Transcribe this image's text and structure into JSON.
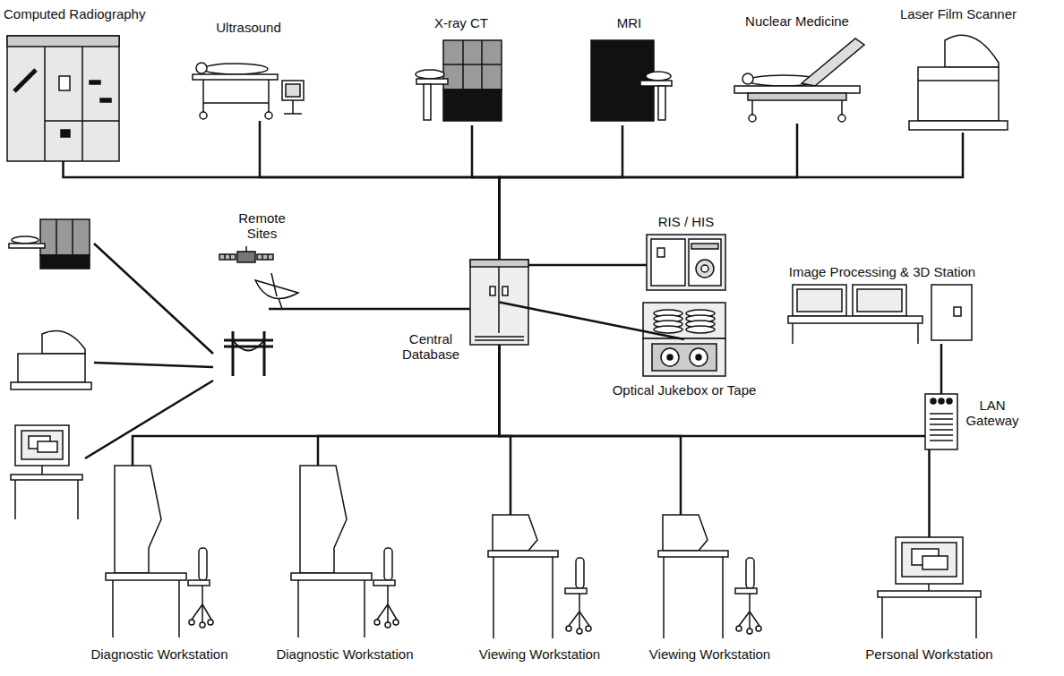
{
  "diagram": {
    "nodes": [
      {
        "text": [
          "Computed Radiography"
        ]
      },
      {
        "text": [
          "Ultrasound"
        ]
      },
      {
        "text": [
          "X-ray CT"
        ]
      },
      {
        "text": [
          "MRI"
        ]
      },
      {
        "text": [
          "Nuclear Medicine"
        ]
      },
      {
        "text": [
          "Laser Film Scanner"
        ]
      },
      {
        "text": [
          "Remote Sites"
        ]
      },
      {
        "text": [
          "RIS / HIS"
        ]
      },
      {
        "text": [
          "Central Database"
        ]
      },
      {
        "text": [
          "Image Processing & 3D Station"
        ]
      },
      {
        "text": [
          "Optical Jukebox or Tape"
        ]
      },
      {
        "text": [
          "LAN Gateway"
        ]
      },
      {
        "text": [
          "Diagnostic Workstation"
        ]
      },
      {
        "text": [
          "Diagnostic Workstation"
        ]
      },
      {
        "text": [
          "Viewing Workstation"
        ]
      },
      {
        "text": [
          "Viewing Workstation"
        ]
      },
      {
        "text": [
          "Personal Workstation"
        ]
      }
    ],
    "edges": [
      {
        "from": 0,
        "to": 8,
        "arrow": "none"
      },
      {
        "from": 1,
        "to": 8,
        "arrow": "none"
      },
      {
        "from": 2,
        "to": 8,
        "arrow": "none"
      },
      {
        "from": 3,
        "to": 8,
        "arrow": "none"
      },
      {
        "from": 4,
        "to": 8,
        "arrow": "none"
      },
      {
        "from": 5,
        "to": 8,
        "arrow": "none"
      },
      {
        "from": 6,
        "to": 8,
        "arrow": "none"
      },
      {
        "from": 8,
        "to": 7,
        "arrow": "none"
      },
      {
        "from": 8,
        "to": 10,
        "arrow": "none"
      },
      {
        "from": 8,
        "to": 12,
        "arrow": "none"
      },
      {
        "from": 8,
        "to": 13,
        "arrow": "none"
      },
      {
        "from": 8,
        "to": 14,
        "arrow": "none"
      },
      {
        "from": 8,
        "to": 15,
        "arrow": "none"
      },
      {
        "from": 8,
        "to": 11,
        "arrow": "none"
      },
      {
        "from": 9,
        "to": 11,
        "arrow": "none"
      },
      {
        "from": 11,
        "to": 16,
        "arrow": "none"
      }
    ]
  }
}
